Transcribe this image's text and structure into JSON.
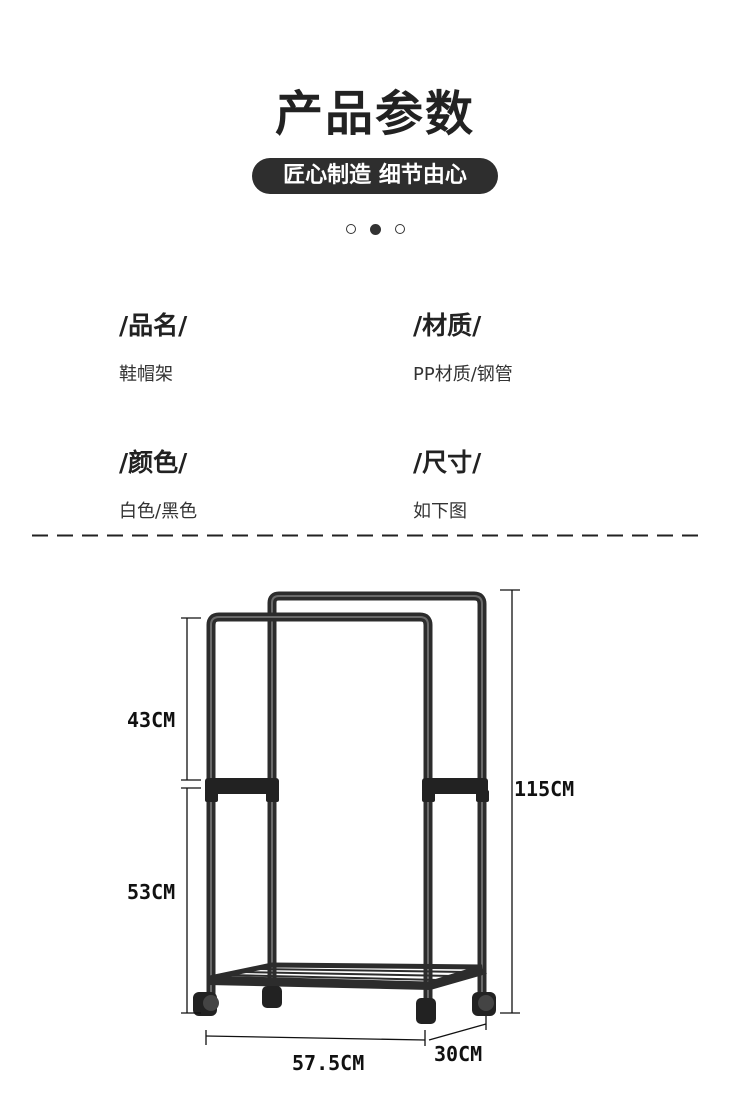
{
  "header": {
    "title": "产品参数",
    "subtitle": "匠心制造 细节由心"
  },
  "specs": [
    {
      "label": "/品名/",
      "value": "鞋帽架"
    },
    {
      "label": "/材质/",
      "value": "PP材质/钢管"
    },
    {
      "label": "/颜色/",
      "value": "白色/黑色"
    },
    {
      "label": "/尺寸/",
      "value": "如下图"
    }
  ],
  "dimensions": {
    "upper_height": "43CM",
    "lower_height": "53CM",
    "total_height": "115CM",
    "width": "57.5CM",
    "depth": "30CM"
  },
  "colors": {
    "pill_bg": "#2e2e2e",
    "rack_frame": "#2c2c2c",
    "text": "#222222"
  }
}
